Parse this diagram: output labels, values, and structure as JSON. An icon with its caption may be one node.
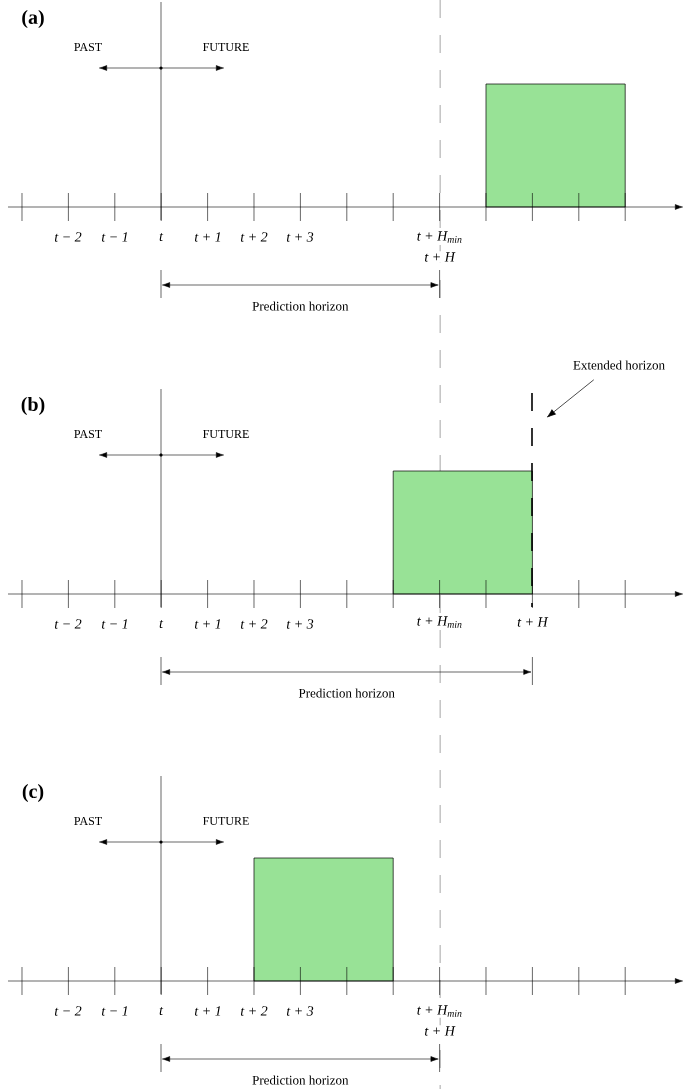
{
  "diagram": {
    "nodes": [
      {
        "text": [
          "Extended horizon"
        ]
      },
      {
        "text": [],
        "shape": "bar"
      }
    ],
    "edges": [
      {
        "from": 0,
        "to": 1,
        "arrow": "to"
      }
    ],
    "labels": [
      "(a)",
      "PAST",
      "FUTURE",
      "t − 2",
      "t − 1",
      "t",
      "t + 1",
      "t + 2",
      "t + 3",
      "t + H$_{min}$",
      "t + H",
      "Prediction horizon",
      "(b)",
      "PAST",
      "FUTURE",
      "t − 2",
      "t − 1",
      "t",
      "t + 1",
      "t + 2",
      "t + 3",
      "t + H$_{min}$",
      "t + H",
      "Prediction horizon",
      "(c)",
      "PAST",
      "FUTURE",
      "t − 2",
      "t − 1",
      "t",
      "t + 1",
      "t + 2",
      "t + 3",
      "t + H$_{min}$",
      "t + H",
      "Prediction horizon"
    ]
  }
}
